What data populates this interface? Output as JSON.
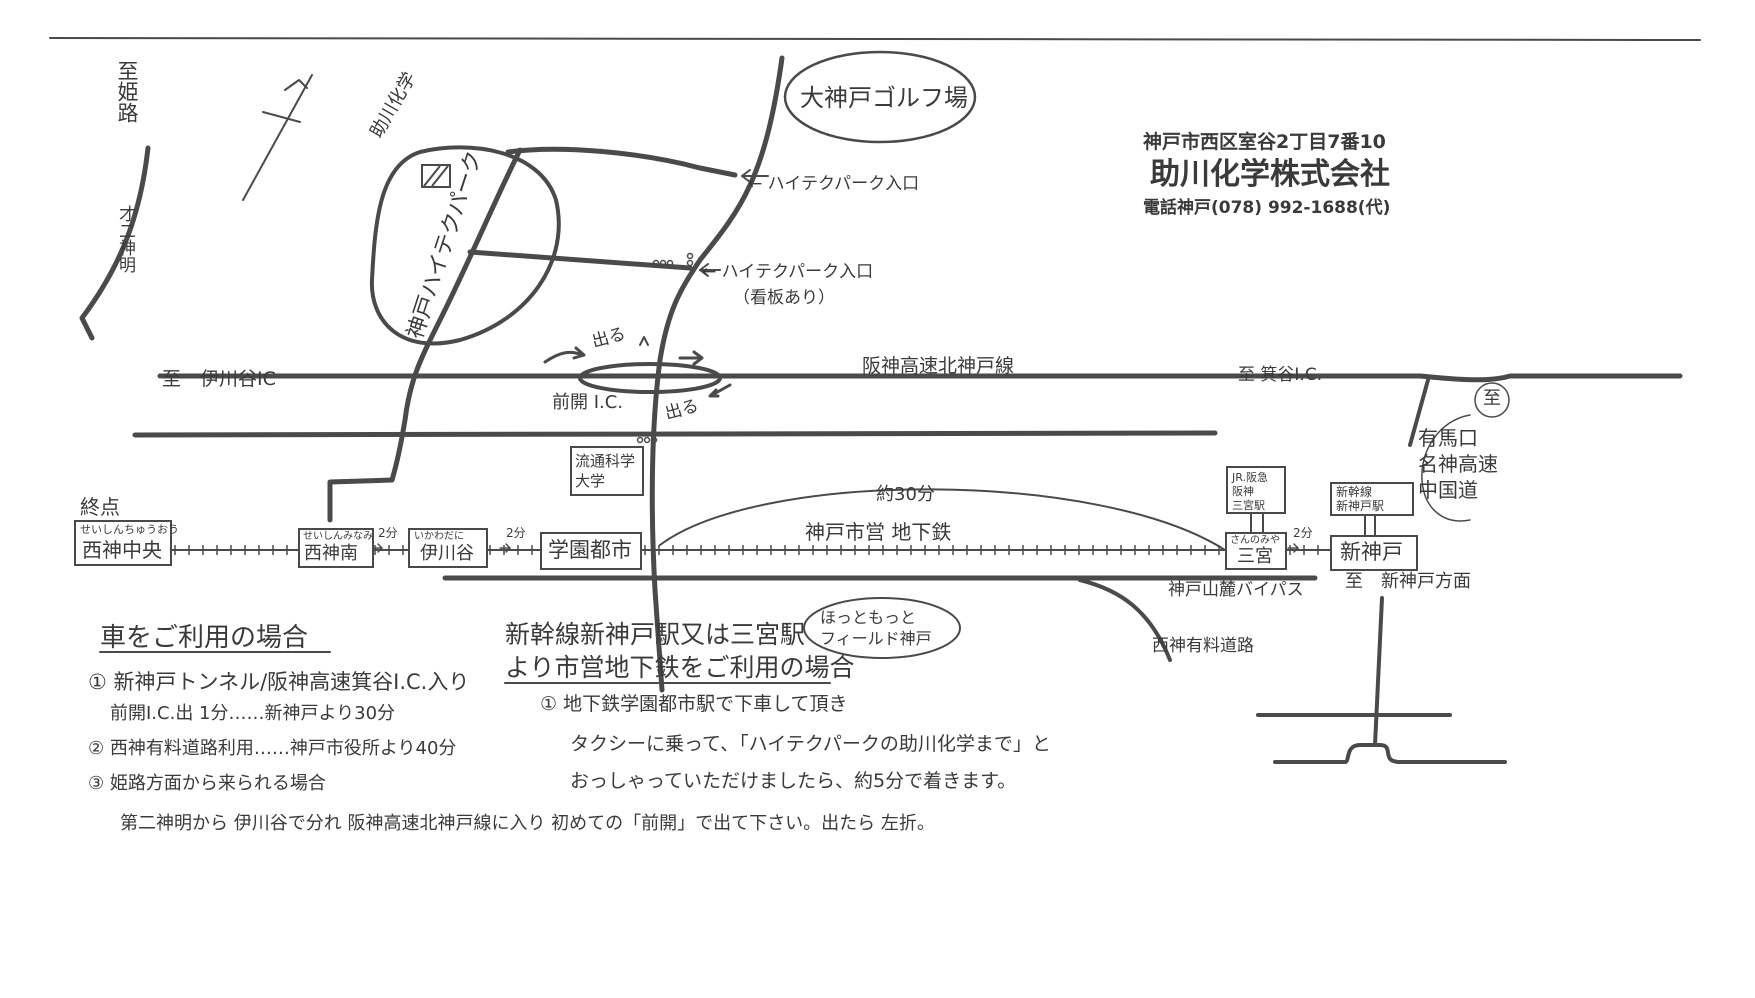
{
  "company": {
    "address": "神戸市西区室谷2丁目7番10",
    "name": "助川化学株式会社",
    "phone": "電話神戸(078) 992-1688(代)"
  },
  "landmarks": {
    "golf": "大神戸ゴルフ場",
    "hightech_park": "神戸ハイテクパーク",
    "company_mark": "助川化学",
    "park_entrance_1": "← ハイテクパーク入口",
    "park_entrance_2": "← ハイテクパーク入口",
    "park_entrance_2_note": "（看板あり）",
    "university": "流通科学大学",
    "hottomotto": "ほっともっと\nフィールド神戸"
  },
  "roads": {
    "to_himeji": "至姫路",
    "daini_shinmei": "才二神明",
    "to_ikawadani": "至　伊川谷IC",
    "hanshin_expressway": "阪神高速北神戸線",
    "to_minoya": "至 箕谷I.C.",
    "maegai_ic": "前開 I.C.",
    "exit1": "出る",
    "exit2": "出る",
    "to_circle": "至",
    "arima": "有馬口\n名神高速\n中国道",
    "yamate_bypass": "神戸山麓バイパス",
    "nishishin_toll": "西神有料道路",
    "to_shinkobe": "至　新神戸方面"
  },
  "subway": {
    "terminal": "終点",
    "line_name": "神戸市営 地下鉄",
    "duration": "約30分",
    "stations": [
      {
        "ruby": "せいしんちゅうおう",
        "name": "西神中央"
      },
      {
        "ruby": "せいしんみなみ",
        "name": "西神南"
      },
      {
        "ruby": "いかわだに",
        "name": "伊川谷"
      },
      {
        "ruby": "",
        "name": "学園都市"
      },
      {
        "ruby": "さんのみや",
        "name": "三宮"
      },
      {
        "ruby": "",
        "name": "新神戸"
      }
    ],
    "gap1": "2分",
    "gap2": "2分",
    "gap3": "2分",
    "sannomiya_note": "JR.阪急\n阪神\n三宮駅",
    "shinkobe_note": "新幹線\n新神戸駅"
  },
  "car": {
    "heading": "車をご利用の場合",
    "line1": "① 新神戸トンネル/阪神高速箕谷I.C.入り",
    "line2": "前開I.C.出 1分……新神戸より30分",
    "line3": "② 西神有料道路利用……神戸市役所より40分",
    "line4": "③ 姫路方面から来られる場合",
    "line5": "第二神明から 伊川谷で分れ 阪神高速北神戸線に入り 初めての「前開」で出て下さい。出たら 左折。"
  },
  "train": {
    "heading1": "新幹線新神戸駅又は三宮駅",
    "heading2": "より市営地下鉄をご利用の場合",
    "line1": "① 地下鉄学園都市駅で下車して頂き",
    "line2": "タクシーに乗って、「ハイテクパークの助川化学まで」と",
    "line3": "おっしゃっていただけましたら、約5分で着きます。"
  }
}
